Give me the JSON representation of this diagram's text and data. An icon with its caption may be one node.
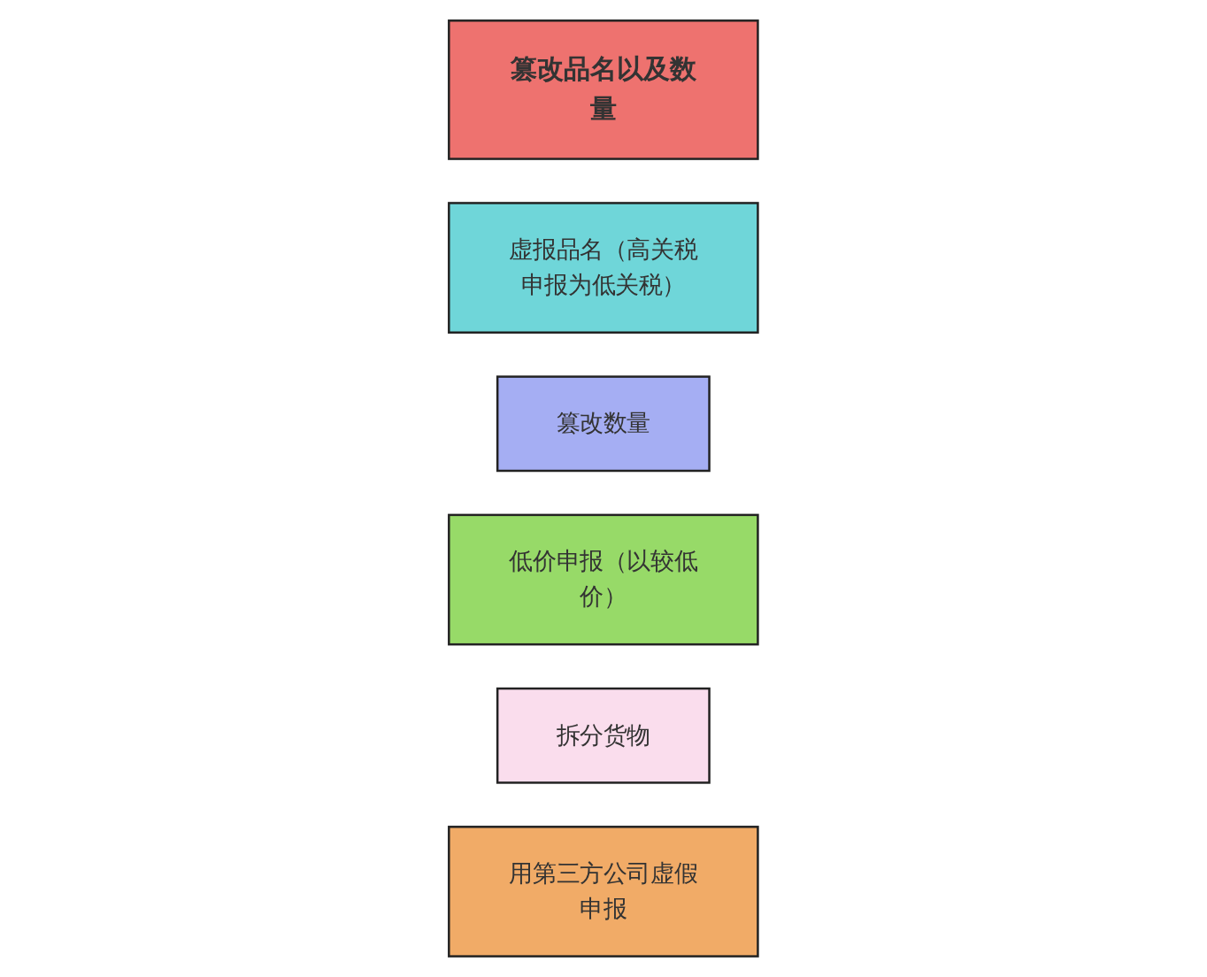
{
  "diagram": {
    "nodes": [
      {
        "text": [
          "篡改品名以及数量"
        ]
      },
      {
        "text": [
          "虚报品名（高关税申报为低关税）"
        ]
      },
      {
        "text": [
          "篡改数量"
        ]
      },
      {
        "text": [
          "低价申报（以较低价）"
        ]
      },
      {
        "text": [
          "拆分货物"
        ]
      },
      {
        "text": [
          "用第三方公司虚假申报"
        ]
      }
    ]
  }
}
